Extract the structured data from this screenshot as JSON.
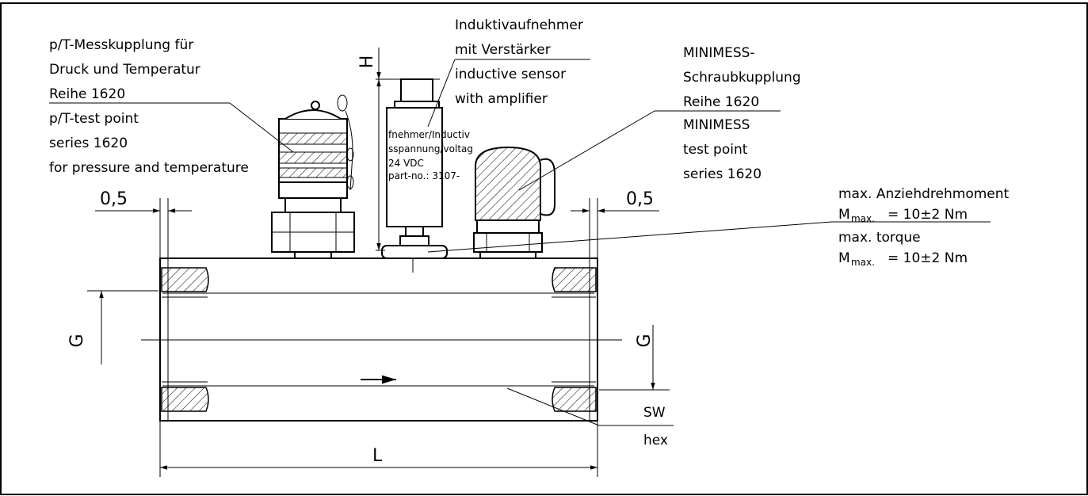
{
  "labels": {
    "pt_coupling": [
      "p/T-Messkupplung für",
      "Druck und Temperatur",
      "Reihe 1620",
      "p/T-test point",
      "series 1620",
      "for pressure and temperature"
    ],
    "inductive_sensor": [
      "Induktivaufnehmer",
      "mit Verstärker",
      "inductive sensor",
      "with amplifier"
    ],
    "minimess": [
      "MINIMESS-",
      "Schraubkupplung",
      "Reihe 1620",
      "MINIMESS",
      "test point",
      "series 1620"
    ],
    "torque": {
      "de_line": "max. Anziehdrehmoment",
      "de_symbol": "M",
      "de_subscript": "max.",
      "de_value": "= 10±2 Nm",
      "en_line": "max. torque",
      "en_symbol": "M",
      "en_subscript": "max.",
      "en_value": "= 10±2 Nm"
    },
    "dim_left_gap": "0,5",
    "dim_right_gap": "0,5",
    "dim_height": "H",
    "dim_thread_left": "G",
    "dim_thread_right": "G",
    "dim_length": "L",
    "wrench_de": "SW",
    "wrench_en": "hex",
    "sensor_body_text": [
      "fnehmer/Inductiv",
      "sspannung/voltag",
      "24 VDC",
      "part-no.: 3107-"
    ]
  }
}
